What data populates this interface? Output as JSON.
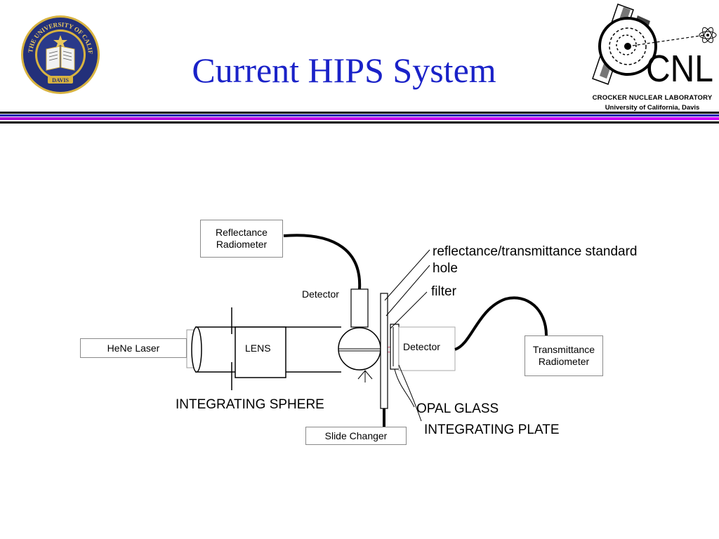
{
  "slide": {
    "title": "Current HIPS System"
  },
  "logos": {
    "seal_text": "THE UNIVERSITY OF CALIFORNIA",
    "seal_bottom_text": "DAVIS",
    "cnl_letters": "CNL",
    "cnl_caption_line1": "CROCKER NUCLEAR LABORATORY",
    "cnl_caption_line2": "University of California, Davis"
  },
  "diagram": {
    "reflectance_radiometer": "Reflectance\nRadiometer",
    "detector_top": "Detector",
    "hene_laser": "HeNe Laser",
    "lens": "LENS",
    "detector_right": "Detector",
    "transmittance_radiometer": "Transmittance\nRadiometer",
    "slide_changer": "Slide Changer",
    "integrating_sphere": "INTEGRATING SPHERE",
    "opal_glass": "OPAL GLASS",
    "integrating_plate": "INTEGRATING PLATE",
    "standard_hole": "reflectance/transmittance standard\nhole",
    "filter": "filter"
  }
}
